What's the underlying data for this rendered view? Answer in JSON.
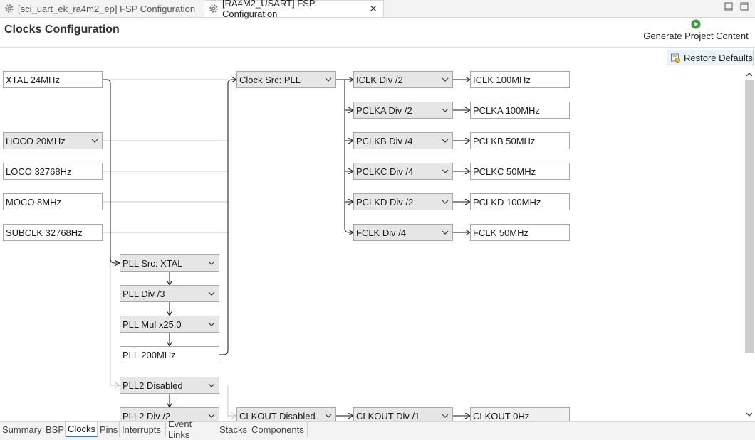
{
  "editor_tabs": [
    {
      "label": "[sci_uart_ek_ra4m2_ep] FSP Configuration",
      "active": false
    },
    {
      "label": "[RA4M2_USART] FSP Configuration",
      "active": true
    }
  ],
  "page": {
    "title": "Clocks Configuration",
    "generate_label": "Generate Project Content",
    "restore_label": "Restore Defaults"
  },
  "sources": {
    "xtal": "XTAL 24MHz",
    "hoco": "HOCO 20MHz",
    "loco": "LOCO 32768Hz",
    "moco": "MOCO 8MHz",
    "subclk": "SUBCLK 32768Hz"
  },
  "pll": {
    "src": "PLL Src: XTAL",
    "div": "PLL Div /3",
    "mul": "PLL Mul x25.0",
    "out": "PLL 200MHz",
    "pll2": "PLL2 Disabled",
    "pll2_div": "PLL2 Div /2"
  },
  "clock_src": "Clock Src: PLL",
  "dividers": [
    {
      "div": "ICLK Div /2",
      "out": "ICLK 100MHz"
    },
    {
      "div": "PCLKA Div /2",
      "out": "PCLKA 100MHz"
    },
    {
      "div": "PCLKB Div /4",
      "out": "PCLKB 50MHz"
    },
    {
      "div": "PCLKC Div /4",
      "out": "PCLKC 50MHz"
    },
    {
      "div": "PCLKD Div /2",
      "out": "PCLKD 100MHz"
    },
    {
      "div": "FCLK Div /4",
      "out": "FCLK 50MHz"
    }
  ],
  "clkout": {
    "src": "CLKOUT Disabled",
    "div": "CLKOUT Div /1",
    "out": "CLKOUT 0Hz"
  },
  "bottom_tabs": [
    "Summary",
    "BSP",
    "Clocks",
    "Pins",
    "Interrupts",
    "Event Links",
    "Stacks",
    "Components"
  ],
  "active_bottom_tab": "Clocks",
  "colors": {
    "accent": "#3b78c4",
    "run_green": "#3a9a3a",
    "select_bg": "#e6e6e6"
  },
  "icons": {
    "tab": "gear-icon",
    "generate": "run-icon",
    "restore": "restore-defaults-icon"
  }
}
